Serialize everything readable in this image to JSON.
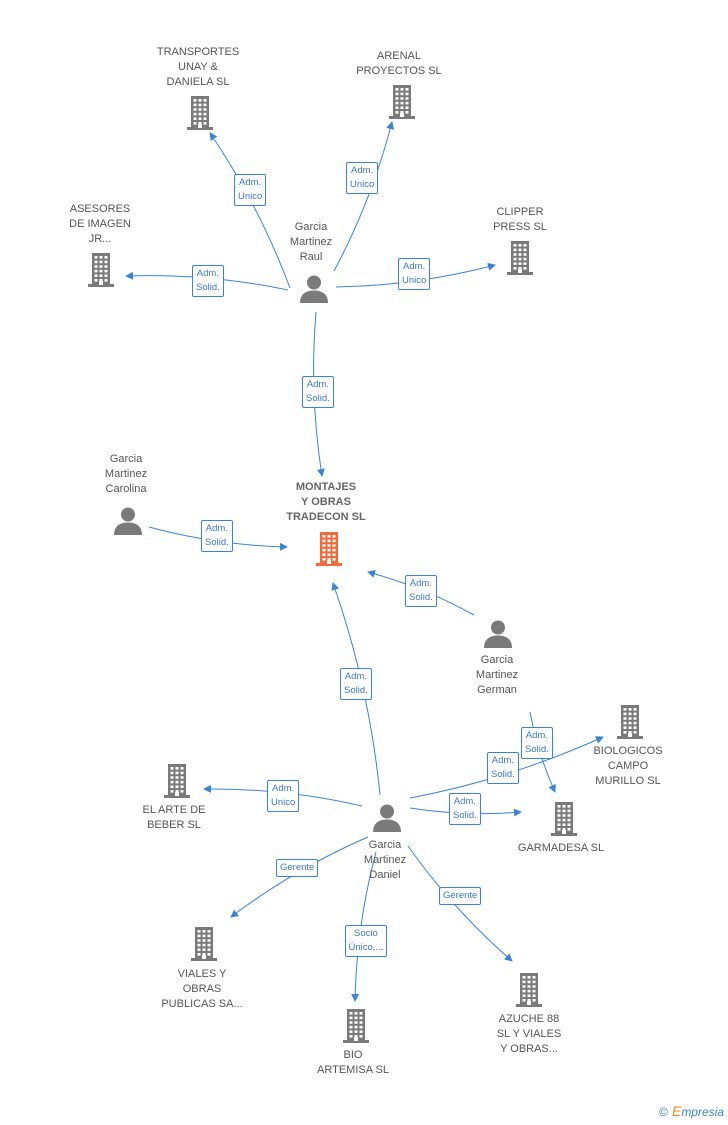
{
  "colors": {
    "edge": "#3a84d6",
    "node": "#7a7a7a",
    "focus": "#f26a3a"
  },
  "nodes": [
    {
      "id": "transportes",
      "type": "company",
      "lines": [
        "TRANSPORTES",
        "UNAY &",
        "DANIELA SL"
      ],
      "icon": "building-icon"
    },
    {
      "id": "arenal",
      "type": "company",
      "lines": [
        "ARENAL",
        "PROYECTOS  SL"
      ],
      "icon": "building-icon"
    },
    {
      "id": "asesores",
      "type": "company",
      "lines": [
        "ASESORES",
        "DE IMAGEN",
        "JR..."
      ],
      "icon": "building-icon"
    },
    {
      "id": "clipper",
      "type": "company",
      "lines": [
        "CLIPPER",
        "PRESS SL"
      ],
      "icon": "building-icon"
    },
    {
      "id": "raul",
      "type": "person",
      "lines": [
        "Garcia",
        "Martinez",
        "Raul"
      ],
      "icon": "person-icon"
    },
    {
      "id": "carolina",
      "type": "person",
      "lines": [
        "Garcia",
        "Martinez",
        "Carolina"
      ],
      "icon": "person-icon"
    },
    {
      "id": "montajes",
      "type": "focus",
      "lines": [
        "MONTAJES",
        "Y OBRAS",
        "TRADECON SL"
      ],
      "icon": "building-icon"
    },
    {
      "id": "german",
      "type": "person",
      "lines": [
        "Garcia",
        "Martinez",
        "German"
      ],
      "icon": "person-icon"
    },
    {
      "id": "biologicos",
      "type": "company",
      "lines": [
        "BIOLOGICOS",
        "CAMPO",
        "MURILLO  SL"
      ],
      "icon": "building-icon"
    },
    {
      "id": "elarte",
      "type": "company",
      "lines": [
        "EL ARTE DE",
        "BEBER  SL"
      ],
      "icon": "building-icon"
    },
    {
      "id": "daniel",
      "type": "person",
      "lines": [
        "Garcia",
        "Martinez",
        "Daniel"
      ],
      "icon": "person-icon"
    },
    {
      "id": "garmadesa",
      "type": "company",
      "lines": [
        "GARMADESA SL"
      ],
      "icon": "building-icon"
    },
    {
      "id": "viales",
      "type": "company",
      "lines": [
        "VIALES Y",
        "OBRAS",
        "PUBLICAS SA..."
      ],
      "icon": "building-icon"
    },
    {
      "id": "azuche",
      "type": "company",
      "lines": [
        "AZUCHE 88",
        "SL Y VIALES",
        "Y OBRAS..."
      ],
      "icon": "building-icon"
    },
    {
      "id": "bio",
      "type": "company",
      "lines": [
        "BIO",
        "ARTEMISA SL"
      ],
      "icon": "building-icon"
    }
  ],
  "edges": [
    {
      "from": "raul",
      "to": "transportes",
      "label": [
        "Adm.",
        "Unico"
      ]
    },
    {
      "from": "raul",
      "to": "arenal",
      "label": [
        "Adm.",
        "Unico"
      ]
    },
    {
      "from": "raul",
      "to": "asesores",
      "label": [
        "Adm.",
        "Solid."
      ]
    },
    {
      "from": "raul",
      "to": "clipper",
      "label": [
        "Adm.",
        "Unico"
      ]
    },
    {
      "from": "raul",
      "to": "montajes",
      "label": [
        "Adm.",
        "Solid."
      ]
    },
    {
      "from": "carolina",
      "to": "montajes",
      "label": [
        "Adm.",
        "Solid."
      ]
    },
    {
      "from": "german",
      "to": "montajes",
      "label": [
        "Adm.",
        "Solid."
      ]
    },
    {
      "from": "german",
      "to": "garmadesa",
      "label": [
        "Adm.",
        "Solid."
      ]
    },
    {
      "from": "daniel",
      "to": "montajes",
      "label": [
        "Adm.",
        "Solid."
      ]
    },
    {
      "from": "daniel",
      "to": "elarte",
      "label": [
        "Adm.",
        "Unico"
      ]
    },
    {
      "from": "daniel",
      "to": "biologicos",
      "label": [
        "Adm.",
        "Solid."
      ]
    },
    {
      "from": "daniel",
      "to": "garmadesa",
      "label": [
        "Adm.",
        "Solid."
      ]
    },
    {
      "from": "daniel",
      "to": "viales",
      "label": [
        "Gerente"
      ]
    },
    {
      "from": "daniel",
      "to": "bio",
      "label": [
        "Socio",
        "Único,..."
      ]
    },
    {
      "from": "daniel",
      "to": "azuche",
      "label": [
        "Gerente"
      ]
    }
  ],
  "footer": {
    "copyright": "©",
    "brand_first": "E",
    "brand_rest": "mpresia"
  }
}
